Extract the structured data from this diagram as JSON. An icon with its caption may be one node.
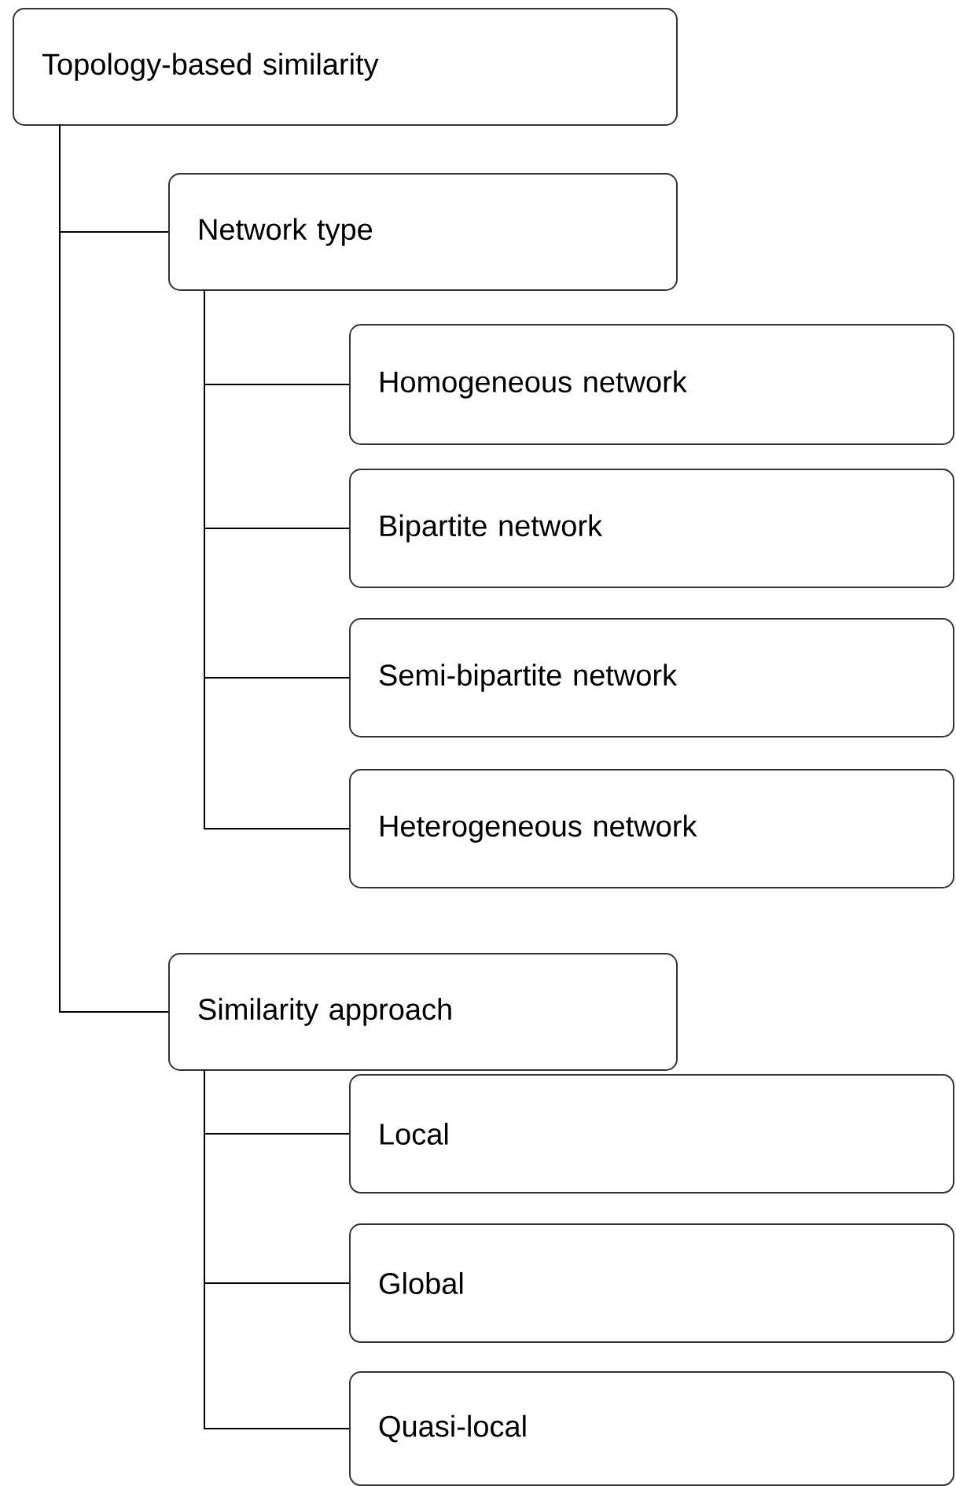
{
  "diagram": {
    "nodes": [
      {
        "text": [
          "Topology-based similarity"
        ]
      },
      {
        "text": [
          "Network type"
        ]
      },
      {
        "text": [
          "Homogeneous network"
        ]
      },
      {
        "text": [
          "Bipartite network"
        ]
      },
      {
        "text": [
          "Semi-bipartite network"
        ]
      },
      {
        "text": [
          "Heterogeneous network"
        ]
      },
      {
        "text": [
          "Similarity approach"
        ]
      },
      {
        "text": [
          "Local"
        ]
      },
      {
        "text": [
          "Global"
        ]
      },
      {
        "text": [
          "Quasi-local"
        ]
      }
    ],
    "edges": [
      {
        "from": 0,
        "to": 1,
        "arrow": "none"
      },
      {
        "from": 0,
        "to": 6,
        "arrow": "none"
      },
      {
        "from": 1,
        "to": 2,
        "arrow": "none"
      },
      {
        "from": 1,
        "to": 3,
        "arrow": "none"
      },
      {
        "from": 1,
        "to": 4,
        "arrow": "none"
      },
      {
        "from": 1,
        "to": 5,
        "arrow": "none"
      },
      {
        "from": 6,
        "to": 7,
        "arrow": "none"
      },
      {
        "from": 6,
        "to": 8,
        "arrow": "none"
      },
      {
        "from": 6,
        "to": 9,
        "arrow": "none"
      }
    ]
  }
}
